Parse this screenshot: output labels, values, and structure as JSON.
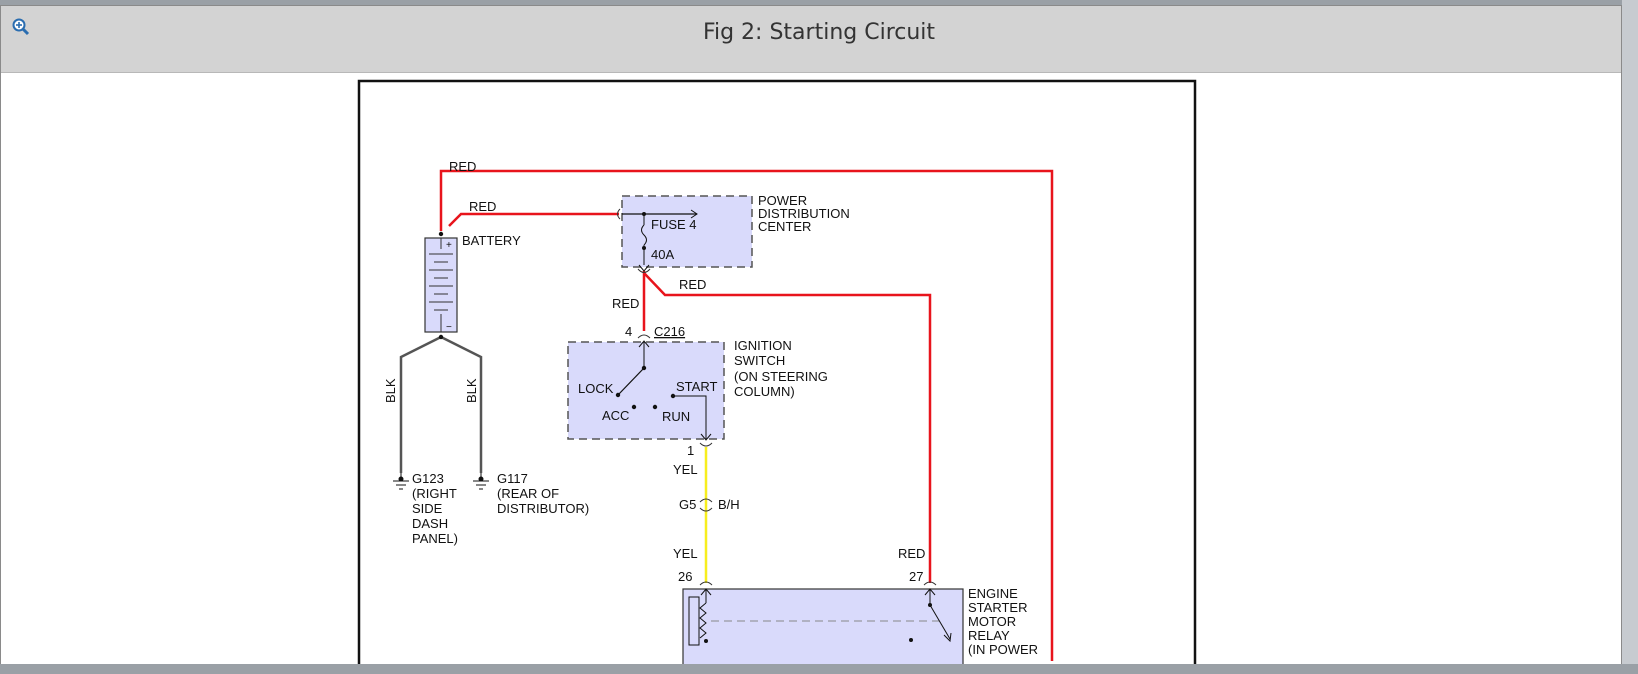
{
  "header": {
    "title": "Fig 2: Starting Circuit",
    "zoom_icon": "zoom-in-icon"
  },
  "diagram": {
    "battery": "BATTERY",
    "wire_red_top": "RED",
    "wire_red_battery": "RED",
    "wire_red_fuse_right": "RED",
    "wire_red_fuse_down": "RED",
    "pdc": [
      "POWER",
      "DISTRIBUTION",
      "CENTER"
    ],
    "fuse": "FUSE 4",
    "fuse_rating": "40A",
    "pin_4": "4",
    "connector_c216": "C216",
    "ignition": [
      "IGNITION",
      "SWITCH",
      "(ON STEERING",
      "COLUMN)"
    ],
    "pos_lock": "LOCK",
    "pos_start": "START",
    "pos_acc": "ACC",
    "pos_run": "RUN",
    "pin_1": "1",
    "wire_yel_1": "YEL",
    "conn_g5": "G5",
    "conn_bh": "B/H",
    "wire_yel_2": "YEL",
    "wire_red_relay": "RED",
    "pin_26": "26",
    "pin_27": "27",
    "relay": [
      "ENGINE",
      "STARTER",
      "MOTOR",
      "RELAY",
      "(IN POWER"
    ],
    "wire_blk_1": "BLK",
    "wire_blk_2": "BLK",
    "ground_g123": [
      "G123",
      "(RIGHT",
      "SIDE",
      "DASH",
      "PANEL)"
    ],
    "ground_g117": [
      "G117",
      "(REAR OF",
      "DISTRIBUTOR)"
    ]
  },
  "colors": {
    "red_wire": "#e8141c",
    "yellow_wire": "#f7ee1e",
    "black_wire": "#555555",
    "component_fill": "#d9dafb"
  }
}
